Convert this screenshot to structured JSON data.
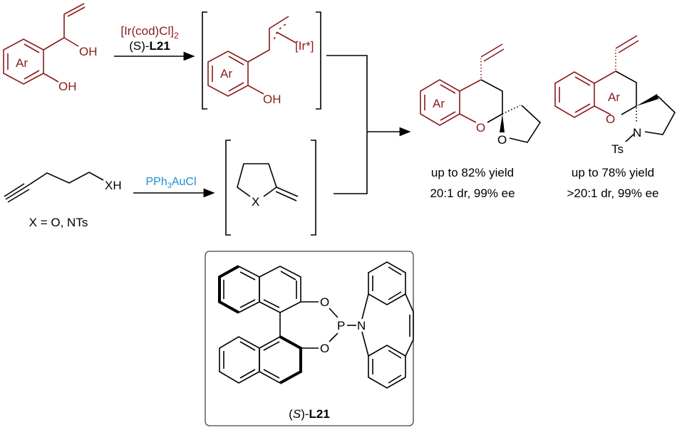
{
  "colors": {
    "substrate": "#8b1a1a",
    "gold_catalyst": "#1a8fd0",
    "text": "#000000"
  },
  "step1": {
    "catalyst": "[Ir(cod)Cl]",
    "catalyst_sub": "2",
    "ligand_prefix": "(S)-",
    "ligand": "L21"
  },
  "step2": {
    "catalyst_a": "PPh",
    "catalyst_sub": "3",
    "catalyst_b": "AuCl"
  },
  "substrate1": {
    "ar": "Ar",
    "oh1": "OH",
    "oh2": "OH"
  },
  "intermediate1": {
    "ar": "Ar",
    "ir": "[Ir*]",
    "oh": "OH"
  },
  "substrate2": {
    "xh": "XH",
    "note": "X = O, NTs"
  },
  "intermediate2": {
    "x": "X"
  },
  "product1": {
    "ar": "Ar",
    "o1": "O",
    "o2": "O",
    "yield": "up to 82% yield",
    "selectivity": "20:1 dr, 99% ee"
  },
  "product2": {
    "ar": "Ar",
    "o": "O",
    "n": "N",
    "ts": "Ts",
    "yield": "up to 78% yield",
    "selectivity": ">20:1 dr, 99% ee"
  },
  "ligand_box": {
    "o1": "O",
    "o2": "O",
    "p": "P",
    "n": "N",
    "caption_prefix": "(",
    "caption_s": "S",
    "caption_mid": ")-",
    "caption_name": "L21"
  }
}
